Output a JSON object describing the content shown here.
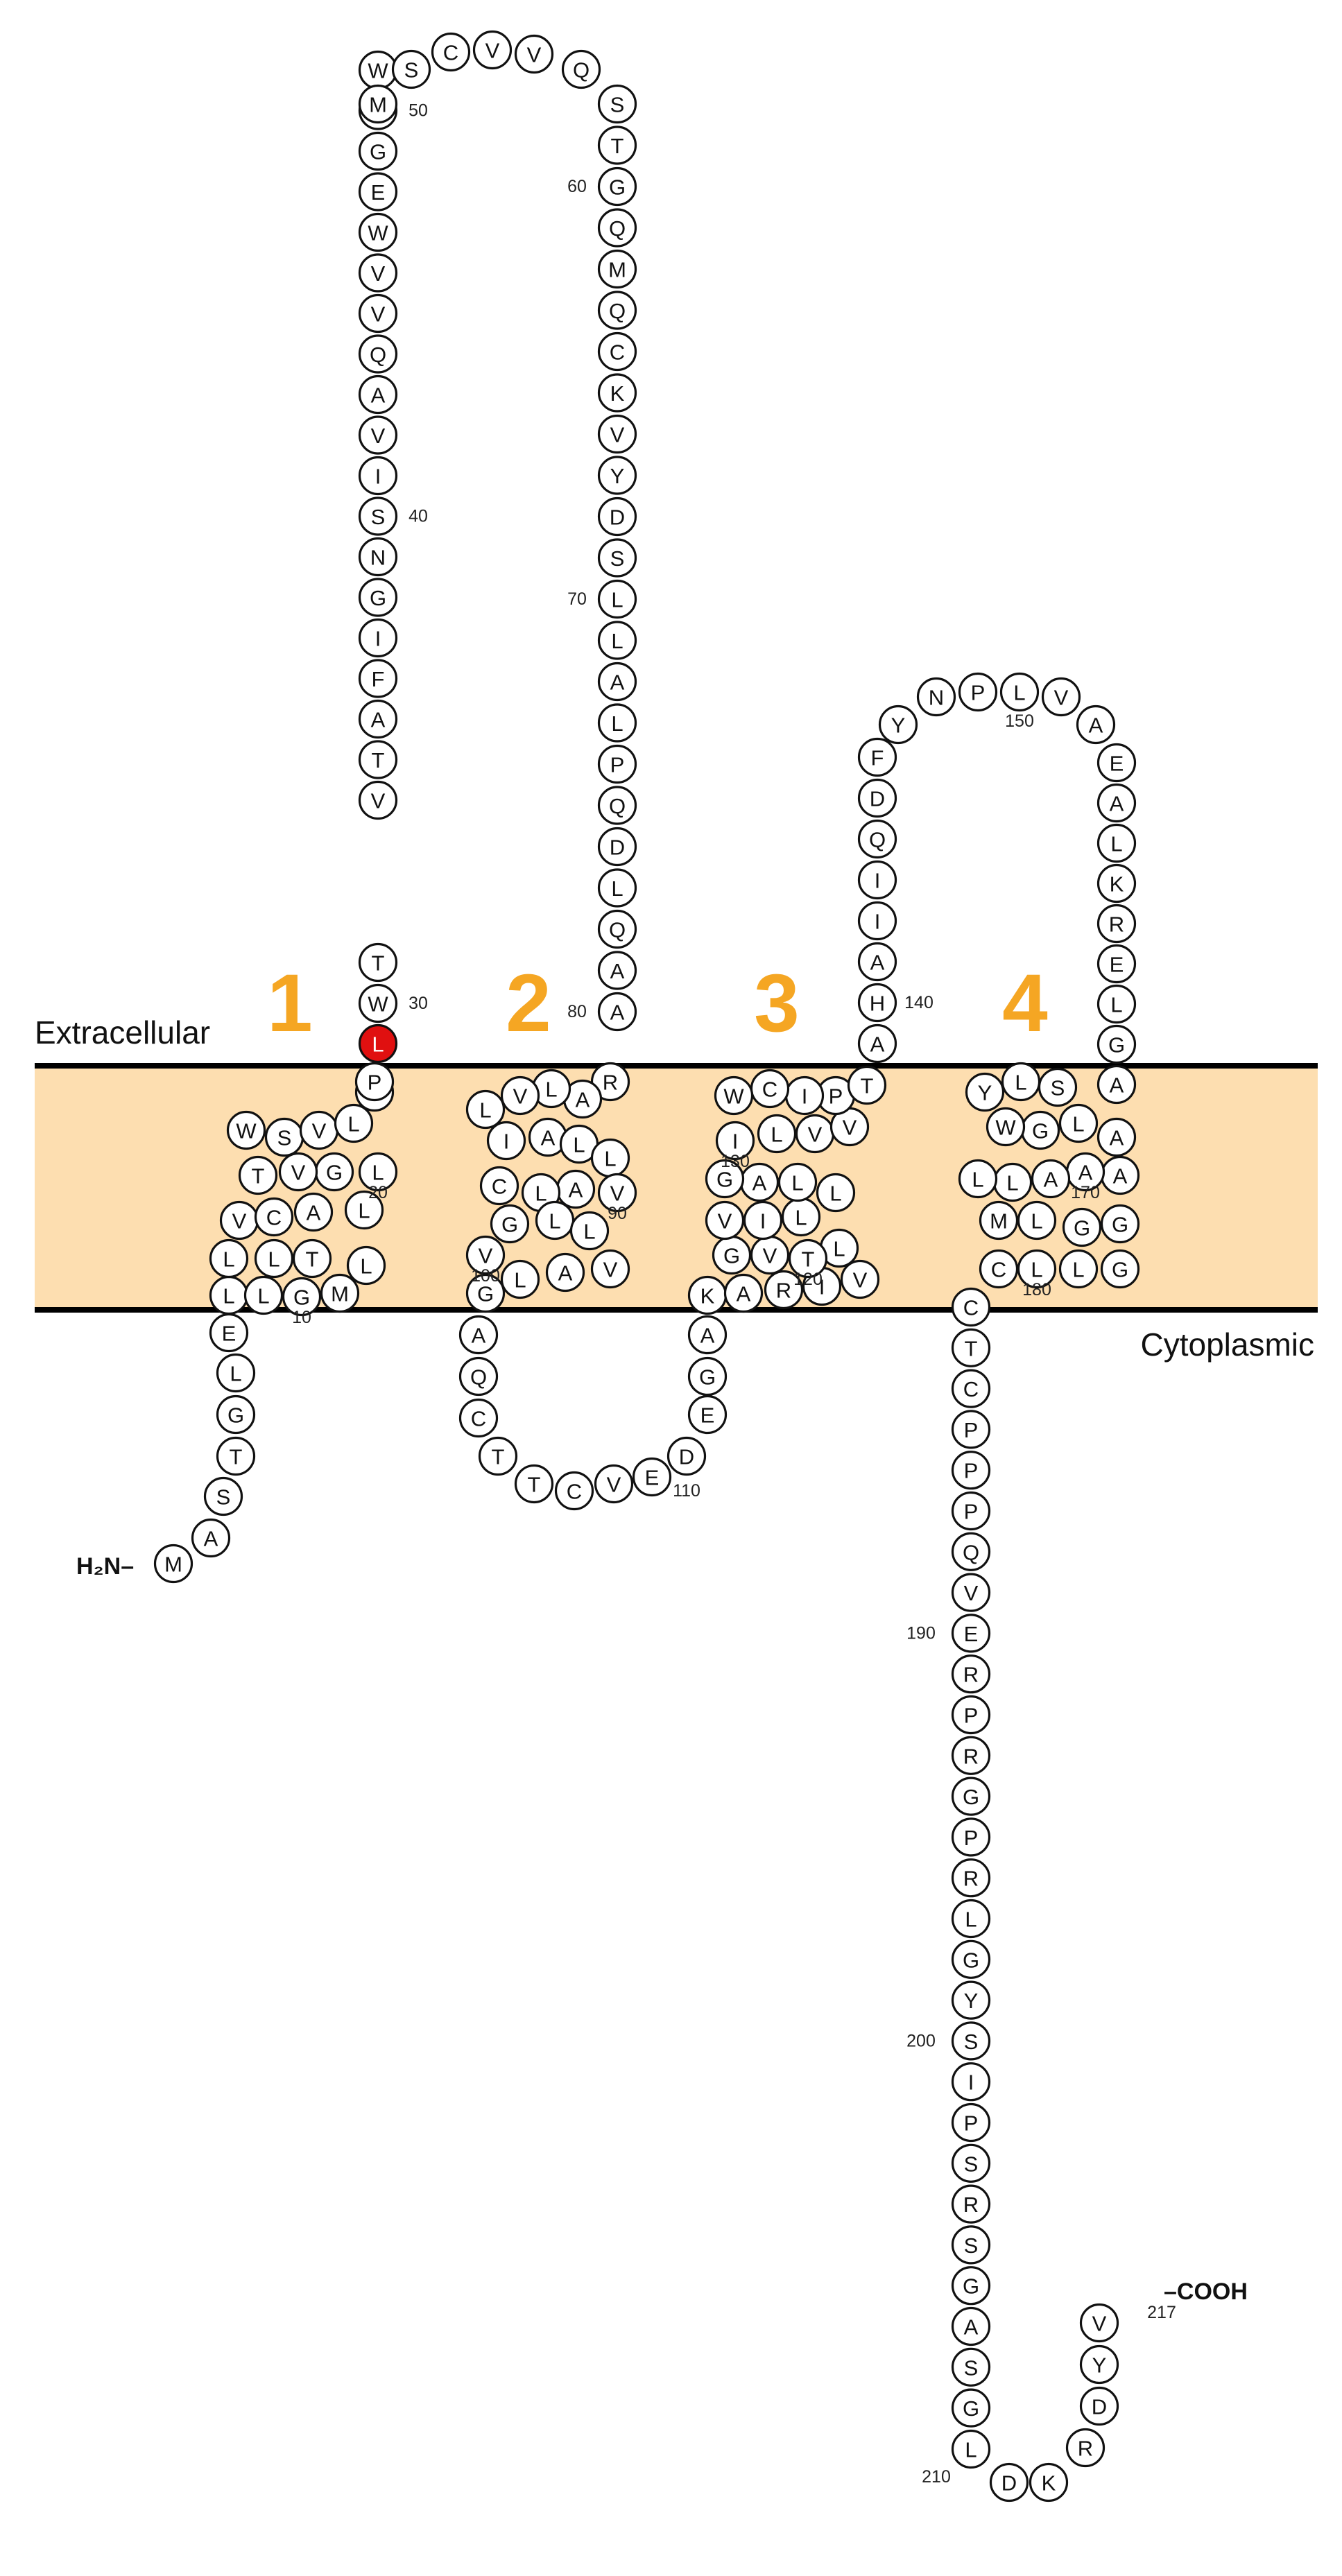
{
  "diagram": {
    "labels": {
      "extracellular": "Extracellular",
      "cytoplasmic": "Cytoplasmic",
      "n_term": "H₂N–",
      "c_term": "–COOH"
    },
    "tm_numbers": [
      "1",
      "2",
      "3",
      "4"
    ],
    "highlight_residue": 31,
    "colors": {
      "membrane": "#fddeb0",
      "tm_number": "#f5a623",
      "highlight": "#e01010",
      "line": "#000000"
    },
    "residue_letters": [
      "M",
      "A",
      "S",
      "T",
      "G",
      "L",
      "E",
      "L",
      "L",
      "G",
      "M",
      "L",
      "T",
      "L",
      "L",
      "V",
      "C",
      "A",
      "L",
      "L",
      "G",
      "V",
      "T",
      "W",
      "S",
      "V",
      "L",
      "K",
      "T",
      "W",
      "L",
      "P",
      "V",
      "T",
      "A",
      "F",
      "I",
      "G",
      "N",
      "S",
      "I",
      "V",
      "A",
      "Q",
      "V",
      "V",
      "W",
      "E",
      "G",
      "L",
      "W",
      "M",
      "S",
      "C",
      "V",
      "V",
      "Q",
      "S",
      "T",
      "G",
      "Q",
      "M",
      "Q",
      "C",
      "K",
      "V",
      "Y",
      "D",
      "S",
      "L",
      "L",
      "A",
      "L",
      "P",
      "Q",
      "D",
      "L",
      "Q",
      "A",
      "A",
      "R",
      "A",
      "L",
      "V",
      "L",
      "I",
      "A",
      "L",
      "L",
      "V",
      "A",
      "L",
      "C",
      "G",
      "L",
      "L",
      "V",
      "A",
      "L",
      "V",
      "G",
      "A",
      "Q",
      "C",
      "T",
      "T",
      "C",
      "V",
      "E",
      "D",
      "E",
      "G",
      "A",
      "K",
      "A",
      "R",
      "I",
      "V",
      "L",
      "T",
      "V",
      "G",
      "V",
      "I",
      "L",
      "L",
      "L",
      "A",
      "G",
      "I",
      "L",
      "V",
      "V",
      "P",
      "I",
      "C",
      "W",
      "T",
      "A",
      "H",
      "A",
      "I",
      "I",
      "Q",
      "D",
      "F",
      "Y",
      "N",
      "P",
      "L",
      "V",
      "A",
      "E",
      "A",
      "L",
      "K",
      "R",
      "E",
      "L",
      "G",
      "A",
      "S",
      "L",
      "Y",
      "L",
      "G",
      "W",
      "A",
      "A",
      "A",
      "A",
      "L",
      "L",
      "M",
      "L",
      "G",
      "G",
      "G",
      "L",
      "L",
      "C",
      "C",
      "T",
      "C",
      "P",
      "P",
      "P",
      "Q",
      "V",
      "E",
      "R",
      "P",
      "R",
      "G",
      "P",
      "R",
      "L",
      "G",
      "Y",
      "S",
      "I",
      "P",
      "S",
      "R",
      "S",
      "G",
      "A",
      "S",
      "G",
      "L",
      "D",
      "K",
      "R",
      "D",
      "Y",
      "V"
    ],
    "position_labels": [
      {
        "pos": 10,
        "text": "10"
      },
      {
        "pos": 20,
        "text": "20"
      },
      {
        "pos": 30,
        "text": "30"
      },
      {
        "pos": 40,
        "text": "40"
      },
      {
        "pos": 50,
        "text": "50"
      },
      {
        "pos": 60,
        "text": "60"
      },
      {
        "pos": 70,
        "text": "70"
      },
      {
        "pos": 80,
        "text": "80"
      },
      {
        "pos": 90,
        "text": "90"
      },
      {
        "pos": 100,
        "text": "100"
      },
      {
        "pos": 110,
        "text": "110"
      },
      {
        "pos": 120,
        "text": "120"
      },
      {
        "pos": 130,
        "text": "130"
      },
      {
        "pos": 140,
        "text": "140"
      },
      {
        "pos": 150,
        "text": "150"
      },
      {
        "pos": 170,
        "text": "170"
      },
      {
        "pos": 180,
        "text": "180"
      },
      {
        "pos": 190,
        "text": "190"
      },
      {
        "pos": 200,
        "text": "200"
      },
      {
        "pos": 210,
        "text": "210"
      },
      {
        "pos": 217,
        "text": "217"
      }
    ]
  }
}
